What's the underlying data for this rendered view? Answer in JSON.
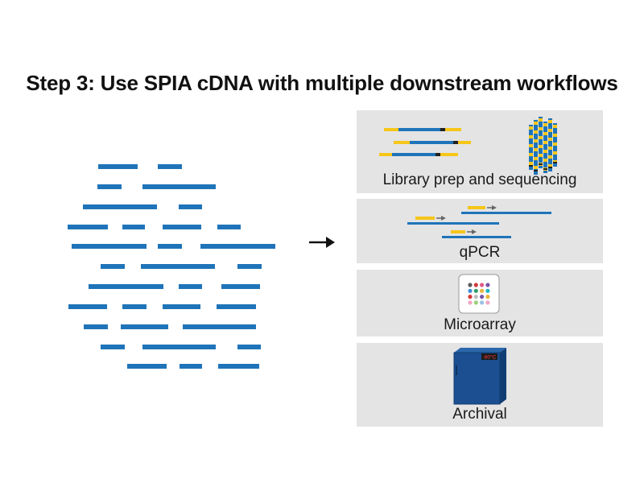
{
  "title": "Step 3: Use SPIA cDNA with multiple downstream workflows",
  "colors": {
    "fragment_blue": "#1f74b9",
    "adapter_yellow": "#f6c619",
    "barcode_dark": "#222222",
    "panel_gray": "#e4e4e5",
    "freezer_blue": "#1b4f91"
  },
  "arrow_icon": "right-arrow-icon",
  "panels": [
    {
      "label": "Library prep and sequencing",
      "icon": "sequencing-icon"
    },
    {
      "label": "qPCR",
      "icon": "qpcr-icon"
    },
    {
      "label": "Microarray",
      "icon": "microarray-icon"
    },
    {
      "label": "Archival",
      "icon": "freezer-icon"
    }
  ],
  "freezer_display": "-80°C"
}
